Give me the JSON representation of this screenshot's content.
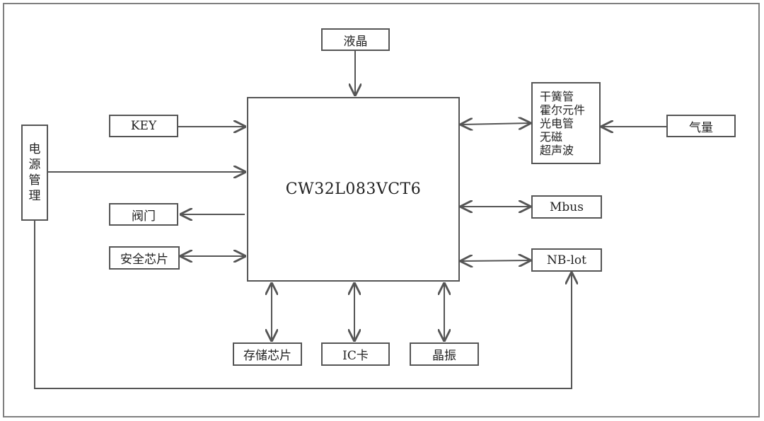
{
  "mcu": {
    "label": "CW32L083VCT6"
  },
  "blocks": {
    "lcd": "液晶",
    "key": "KEY",
    "valve": "阀门",
    "security_chip": "安全芯片",
    "power_mgmt": [
      "电",
      "源",
      "管",
      "理"
    ],
    "sensors": [
      "干簧管",
      "霍尔元件",
      "光电管",
      "无磁",
      "超声波"
    ],
    "gas_meter": "气量",
    "mbus": "Mbus",
    "nbiot": "NB-lot",
    "storage_chip": "存储芯片",
    "ic_card": "IC卡",
    "crystal": "晶振"
  },
  "colors": {
    "line": "#555555",
    "frame": "#7f7f7f"
  }
}
